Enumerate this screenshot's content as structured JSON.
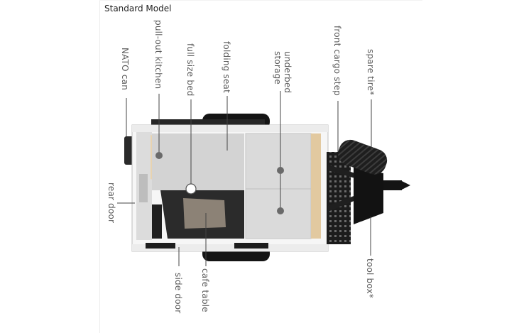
{
  "title": "Standard Model",
  "labels": {
    "nato_can": "NATO can",
    "pull_out_kitchen": "pull-out kitchen",
    "full_size_bed": "full size bed",
    "folding_seat": "folding seat",
    "underbed_storage": "underbed storage",
    "front_cargo_step": "front cargo step",
    "spare_tire": "spare tire*",
    "rear_door": "rear door",
    "side_door": "side door",
    "cafe_table": "cafe table",
    "tool_box": "tool box*"
  },
  "colors": {
    "label_text": "#5a5a5a",
    "leader_line": "#444444",
    "trailer_frame": "#ffffff",
    "interior_floor": "#d3d3d3",
    "dark_parts": "#1a1a1a",
    "wood_panel": "#e8d3b0"
  }
}
